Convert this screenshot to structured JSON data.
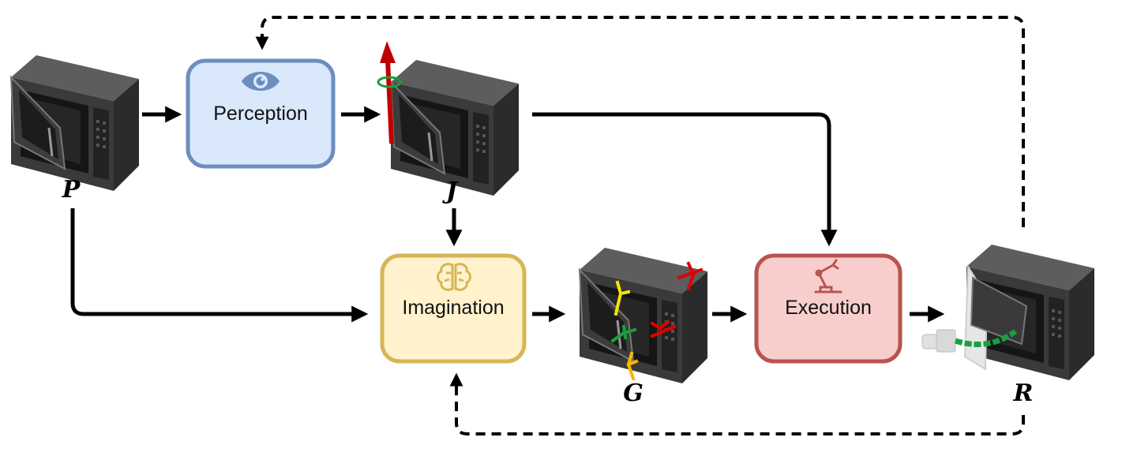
{
  "boxes": {
    "perception": {
      "label": "Perception",
      "icon": "eye-icon",
      "fill": "#dae8fc",
      "stroke": "#6c8ebf",
      "icon_color": "#6c8ebf"
    },
    "imagination": {
      "label": "Imagination",
      "icon": "brain-icon",
      "fill": "#fff2cc",
      "stroke": "#d6b656",
      "icon_color": "#d6b656"
    },
    "execution": {
      "label": "Execution",
      "icon": "robot-arm-icon",
      "fill": "#f8cecc",
      "stroke": "#b85450",
      "icon_color": "#b85450"
    }
  },
  "variables": {
    "p": "P",
    "j": "J",
    "g": "G",
    "r": "R"
  },
  "objects": {
    "microwave_icon": "microwave-icon",
    "joint_axis_color": "#c00000",
    "joint_ring_color": "#1a9e3f",
    "grasp_colors": [
      "#f2e600",
      "#f5b800",
      "#e00000",
      "#1a9e3f"
    ],
    "gripper_color": "#d9d9d9"
  },
  "arrows": {
    "solid_color": "#000000",
    "dashed_color": "#000000"
  }
}
